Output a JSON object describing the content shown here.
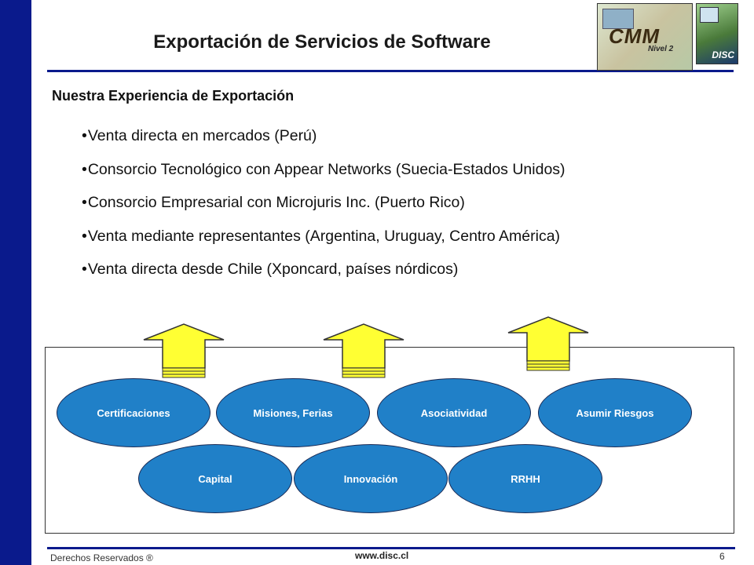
{
  "header": {
    "title": "Exportación de Servicios de Software",
    "logo_cmm_text": "CMM",
    "logo_cmm_sub": "Nivel 2",
    "logo_disc_text": "DISC"
  },
  "section": {
    "subtitle": "Nuestra Experiencia de Exportación",
    "bullet_char": "•",
    "bullets": [
      "Venta directa en mercados (Perú)",
      "Consorcio Tecnológico con Appear Networks (Suecia-Estados Unidos)",
      "Consorcio Empresarial con Microjuris Inc. (Puerto Rico)",
      "Venta mediante representantes (Argentina, Uruguay, Centro América)",
      "Venta directa desde Chile (Xponcard, países nórdicos)"
    ]
  },
  "diagram": {
    "ellipses_top": [
      "Certificaciones",
      "Misiones, Ferias",
      "Asociatividad",
      "Asumir Riesgos"
    ],
    "ellipses_bottom": [
      "Capital",
      "Innovación",
      "RRHH"
    ],
    "arrow_color": "#ffff33",
    "ellipse_color": "#2080c8"
  },
  "footer": {
    "left": "Derechos Reservados ®",
    "center": "www.disc.cl",
    "page": "6"
  }
}
